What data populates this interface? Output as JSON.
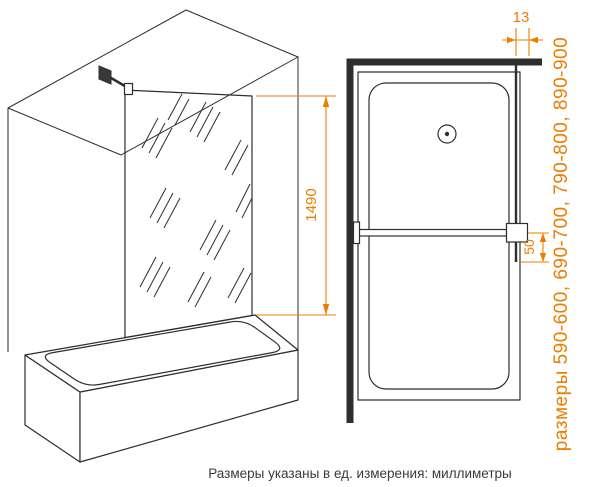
{
  "side_view": {
    "glass_height": "1490"
  },
  "plan_view": {
    "dim_top": "13",
    "dim_offset": "50",
    "sizes_label": "размеры 590-600, 690-700, 790-800, 890-900"
  },
  "caption": "Размеры указаны в ед. измерения: миллиметры",
  "colors": {
    "dimension_accent": "#ee7c00",
    "line_color": "#2e2e2e",
    "background": "#ffffff"
  }
}
